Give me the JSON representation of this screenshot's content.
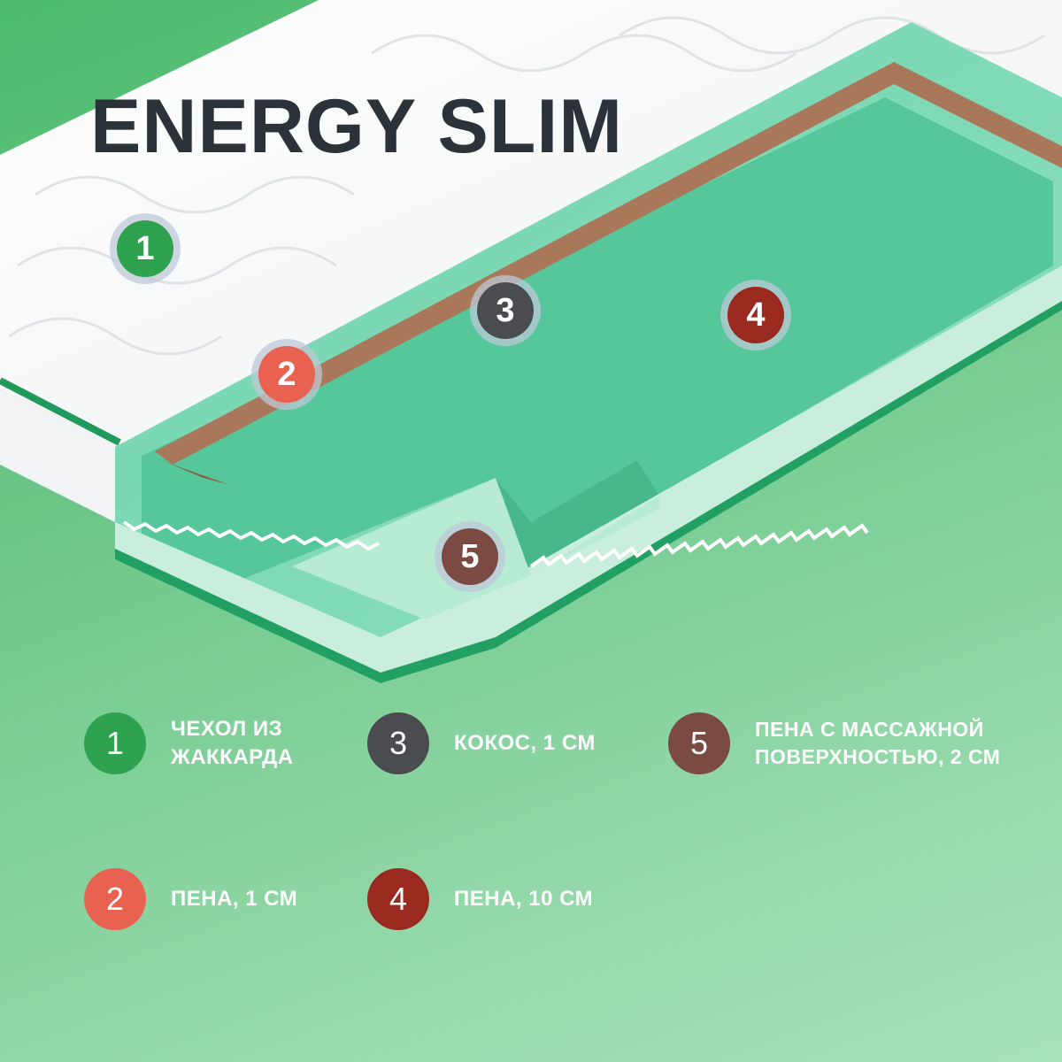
{
  "title": "ENERGY SLIM",
  "colors": {
    "layer1": "#2fa24f",
    "layer2": "#e96151",
    "layer3": "#4a4c50",
    "layer4": "#9a2a20",
    "layer5": "#7a4a43",
    "title": "#2c3338"
  },
  "markers": [
    {
      "number": "1"
    },
    {
      "number": "2"
    },
    {
      "number": "3"
    },
    {
      "number": "4"
    },
    {
      "number": "5"
    }
  ],
  "legend": [
    {
      "number": "1",
      "label": "ЧЕХОЛ ИЗ\nЖАККАРДА"
    },
    {
      "number": "2",
      "label": "ПЕНА, 1 СМ"
    },
    {
      "number": "3",
      "label": "КОКОС, 1 СМ"
    },
    {
      "number": "4",
      "label": "ПЕНА, 10 СМ"
    },
    {
      "number": "5",
      "label": "ПЕНА С МАССАЖНОЙ\nПОВЕРХНОСТЬЮ, 2 СМ"
    }
  ]
}
